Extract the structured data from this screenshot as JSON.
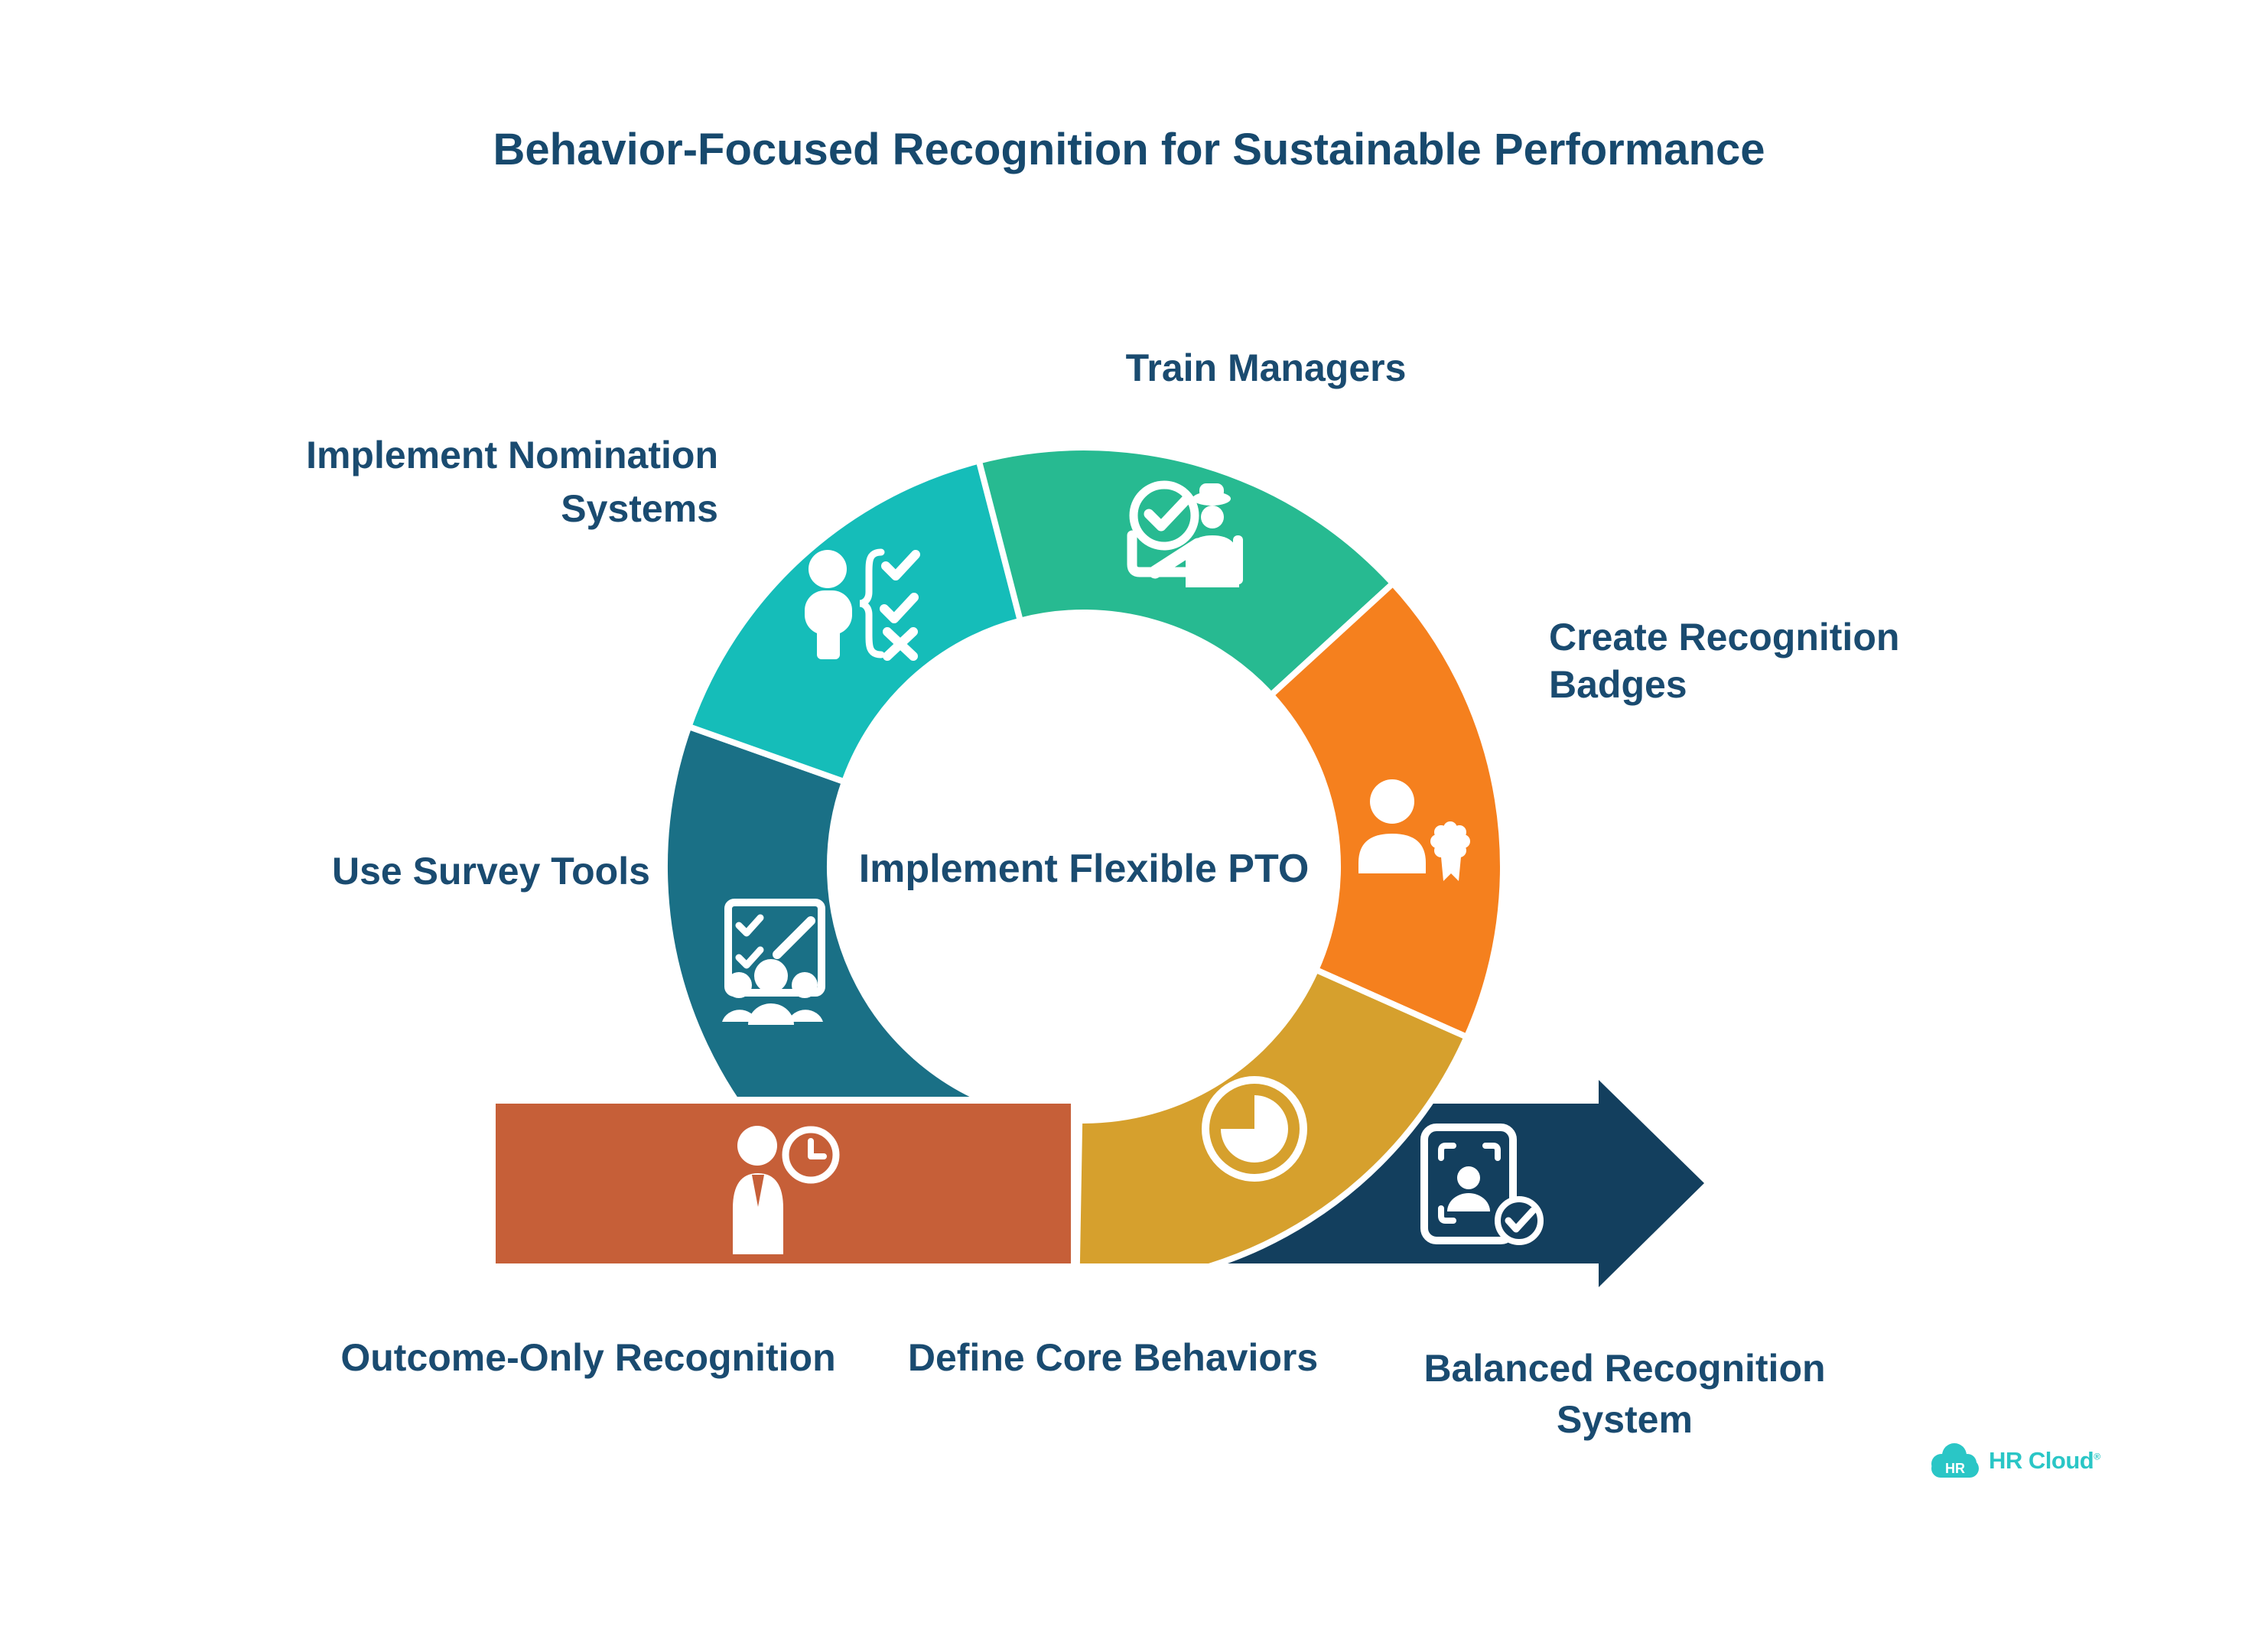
{
  "title": "Behavior-Focused Recognition for Sustainable Performance",
  "diagram": {
    "type": "cycle-arrow-loop",
    "center_label": "Implement Flexible PTO",
    "segments": [
      {
        "id": "use-survey-tools",
        "label": "Use Survey Tools",
        "color": "#1A7086",
        "icon": "survey-checklist-people-icon"
      },
      {
        "id": "implement-nomination-systems",
        "label": "Implement Nomination Systems",
        "color": "#15BDB9",
        "icon": "person-checklist-icon"
      },
      {
        "id": "train-managers",
        "label": "Train Managers",
        "color": "#27BA91",
        "icon": "manager-approval-icon"
      },
      {
        "id": "create-recognition-badges",
        "label": "Create Recognition Badges",
        "color": "#F5801E",
        "icon": "person-award-badge-icon"
      },
      {
        "id": "define-core-behaviors",
        "label": "Define Core Behaviors",
        "color": "#D6A02D",
        "icon": "time-quarter-pie-icon"
      }
    ],
    "arrow_steps": [
      {
        "id": "outcome-only-recognition",
        "label": "Outcome-Only Recognition",
        "color": "#C65F38",
        "icon": "person-clock-icon"
      },
      {
        "id": "balanced-recognition-system",
        "label": "Balanced Recognition System",
        "color": "#133F5E",
        "icon": "id-card-check-icon"
      }
    ]
  },
  "logo": {
    "badge": "HR",
    "name": "HR Cloud",
    "registered": "®",
    "color": "#2AC6C6"
  },
  "palette": {
    "text_navy": "#1A4B70",
    "title_navy": "#17496D",
    "icon_white": "#FFFFFF",
    "background": "#FFFFFF"
  }
}
